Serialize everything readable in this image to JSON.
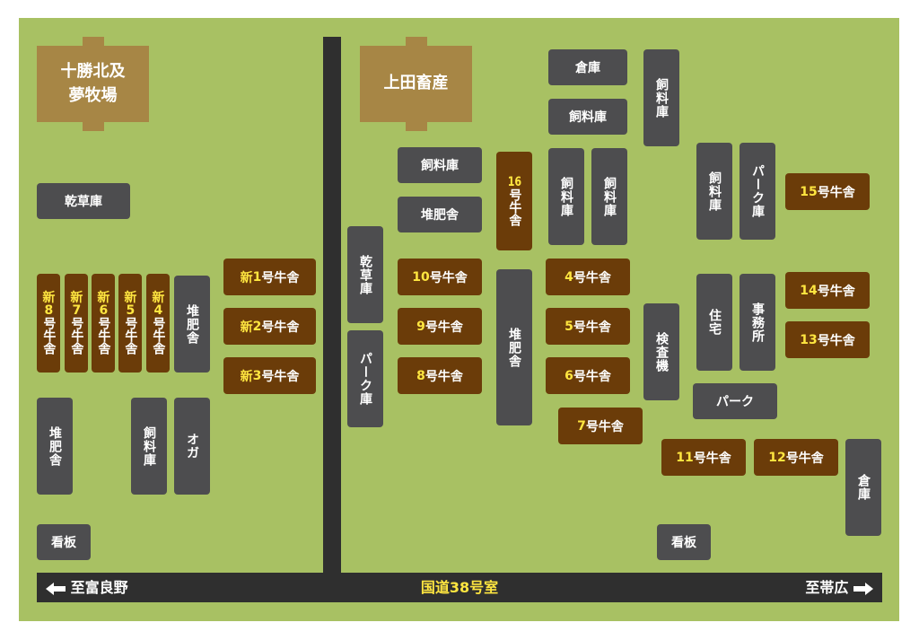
{
  "farms": {
    "tokachi": "十勝北及\n夢牧場",
    "ueda": "上田畜産"
  },
  "road": {
    "left": "至富良野",
    "center": "国道38号室",
    "right": "至帯広"
  },
  "left_area": {
    "hay_storage": "乾草庫",
    "compost_1": "堆肥舎",
    "compost_2": "堆肥舎",
    "feed_storage": "飼料庫",
    "oga": "オガ",
    "sign": "看板",
    "barns_vertical": [
      {
        "prefix": "新",
        "num": "8",
        "suffix": "号牛舎"
      },
      {
        "prefix": "新",
        "num": "7",
        "suffix": "号牛舎"
      },
      {
        "prefix": "新",
        "num": "6",
        "suffix": "号牛舎"
      },
      {
        "prefix": "新",
        "num": "5",
        "suffix": "号牛舎"
      },
      {
        "prefix": "新",
        "num": "4",
        "suffix": "号牛舎"
      }
    ],
    "barns_new": [
      {
        "prefix": "新",
        "num": "1",
        "suffix": "号牛舎"
      },
      {
        "prefix": "新",
        "num": "2",
        "suffix": "号牛舎"
      },
      {
        "prefix": "新",
        "num": "3",
        "suffix": "号牛舎"
      }
    ]
  },
  "right_area": {
    "hay_storage": "乾草庫",
    "park_1": "パーク庫",
    "feed_storage_1": "飼料庫",
    "compost_1": "堆肥舎",
    "compost_2": "堆肥舎",
    "warehouse_1": "倉庫",
    "feed_storage_2": "飼料庫",
    "feed_storage_v1": "飼料庫",
    "feed_storage_v2": "飼料庫",
    "feed_storage_v3": "飼料庫",
    "feed_storage_v4": "飼料庫",
    "park_2": "パーク庫",
    "residence": "住宅",
    "office": "事務所",
    "inspection": "検査機",
    "park_3": "パーク",
    "warehouse_2": "倉庫",
    "sign": "看板",
    "barns": [
      {
        "num": "16",
        "suffix": "号牛舎"
      },
      {
        "num": "10",
        "suffix": "号牛舎"
      },
      {
        "num": "9",
        "suffix": "号牛舎"
      },
      {
        "num": "8",
        "suffix": "号牛舎"
      },
      {
        "num": "4",
        "suffix": "号牛舎"
      },
      {
        "num": "5",
        "suffix": "号牛舎"
      },
      {
        "num": "6",
        "suffix": "号牛舎"
      },
      {
        "num": "7",
        "suffix": "号牛舎"
      },
      {
        "num": "15",
        "suffix": "号牛舎"
      },
      {
        "num": "14",
        "suffix": "号牛舎"
      },
      {
        "num": "13",
        "suffix": "号牛舎"
      },
      {
        "num": "11",
        "suffix": "号牛舎"
      },
      {
        "num": "12",
        "suffix": "号牛舎"
      }
    ]
  },
  "colors": {
    "field": "#a8c163",
    "building": "#4d4d4f",
    "barn": "#6b3c09",
    "farm_sign": "#a78645",
    "road": "#2f2f2f",
    "number_highlight": "#ffe640"
  }
}
